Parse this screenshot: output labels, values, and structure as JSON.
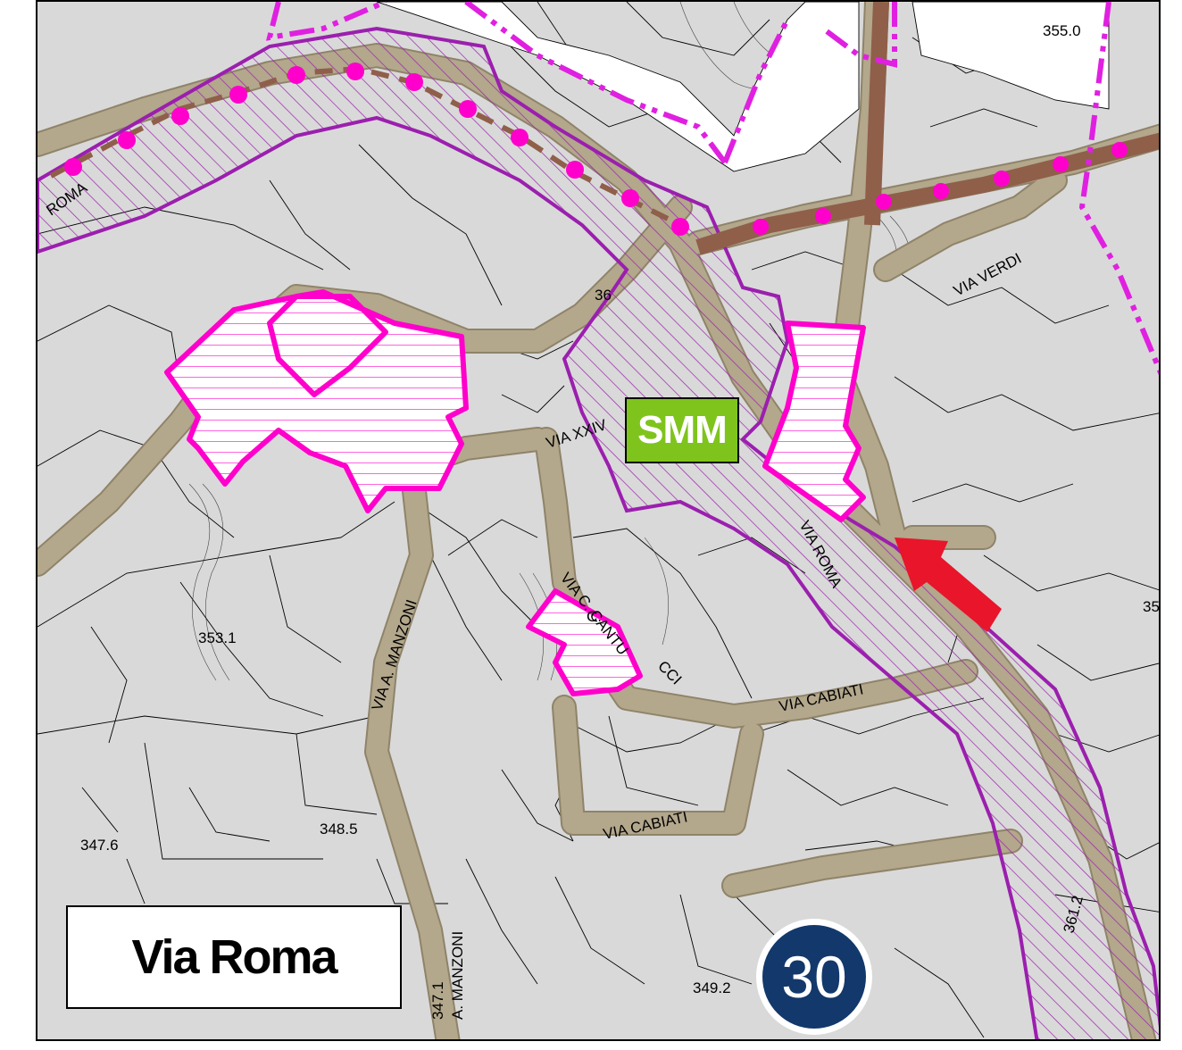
{
  "map": {
    "title": "Via Roma",
    "page_number": "30",
    "badge": "SMM",
    "street_labels": {
      "via_verdi": "VIA VERDI",
      "via_roma": "VIA ROMA",
      "via_roma_west": "ROMA",
      "via_cabiati_east": "VIA CABIATI",
      "via_cabiati_south": "VIA CABIATI",
      "via_manzoni_north": "VIA A. MANZONI",
      "via_manzoni_south": "A. MANZONI",
      "via_xxiv": "VIA XXIV",
      "via_c_cantu": "VIA C. CANTU",
      "via_cantu_part": "C.",
      "via_cantu_part2": "CCI"
    },
    "elevations": {
      "e355_0": "355.0",
      "e353_1": "353.1",
      "e348_5": "348.5",
      "e347_6": "347.6",
      "e349_2": "349.2",
      "e347_1": "347.1",
      "e361_2": "361.2",
      "e36x": "36",
      "e35x": "35"
    },
    "colors": {
      "background": "#d9d9d9",
      "road": "#b3a78c",
      "road_edge": "#8f8369",
      "buffer_outline": "#9b1fae",
      "highlight_outline": "#ff00cc",
      "dotted_route": "#8f5f4a",
      "dot": "#ff00cc",
      "arrow": "#e8152b",
      "badge_green": "#7fc41d",
      "badge_blue": "#13386b"
    }
  }
}
